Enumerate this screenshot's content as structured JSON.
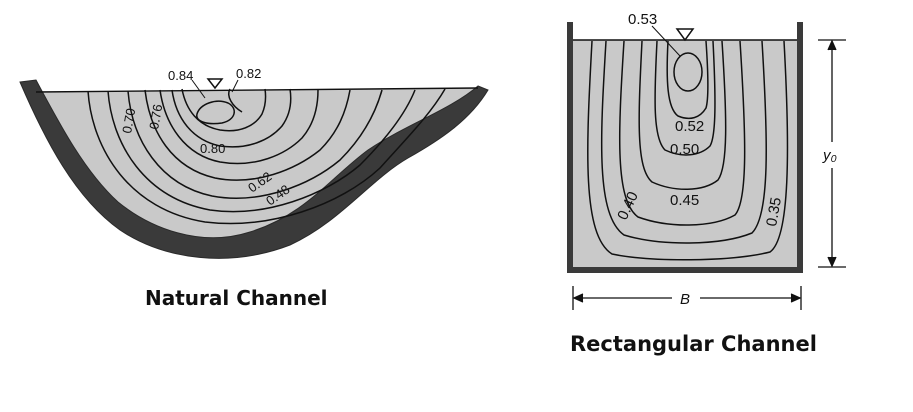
{
  "natural_channel": {
    "caption": "Natural Channel",
    "contours": [
      "0.84",
      "0.82",
      "0.80",
      "0.76",
      "0.70",
      "0.62",
      "0.48"
    ]
  },
  "rectangular_channel": {
    "caption": "Rectangular Channel",
    "contours": [
      "0.53",
      "0.52",
      "0.50",
      "0.45",
      "0.40",
      "0.35"
    ],
    "depth_label": "y₀",
    "width_label": "B"
  },
  "colors": {
    "water": "#c9c9c9",
    "bed": "#3a3a3a",
    "contour": "#111111"
  }
}
